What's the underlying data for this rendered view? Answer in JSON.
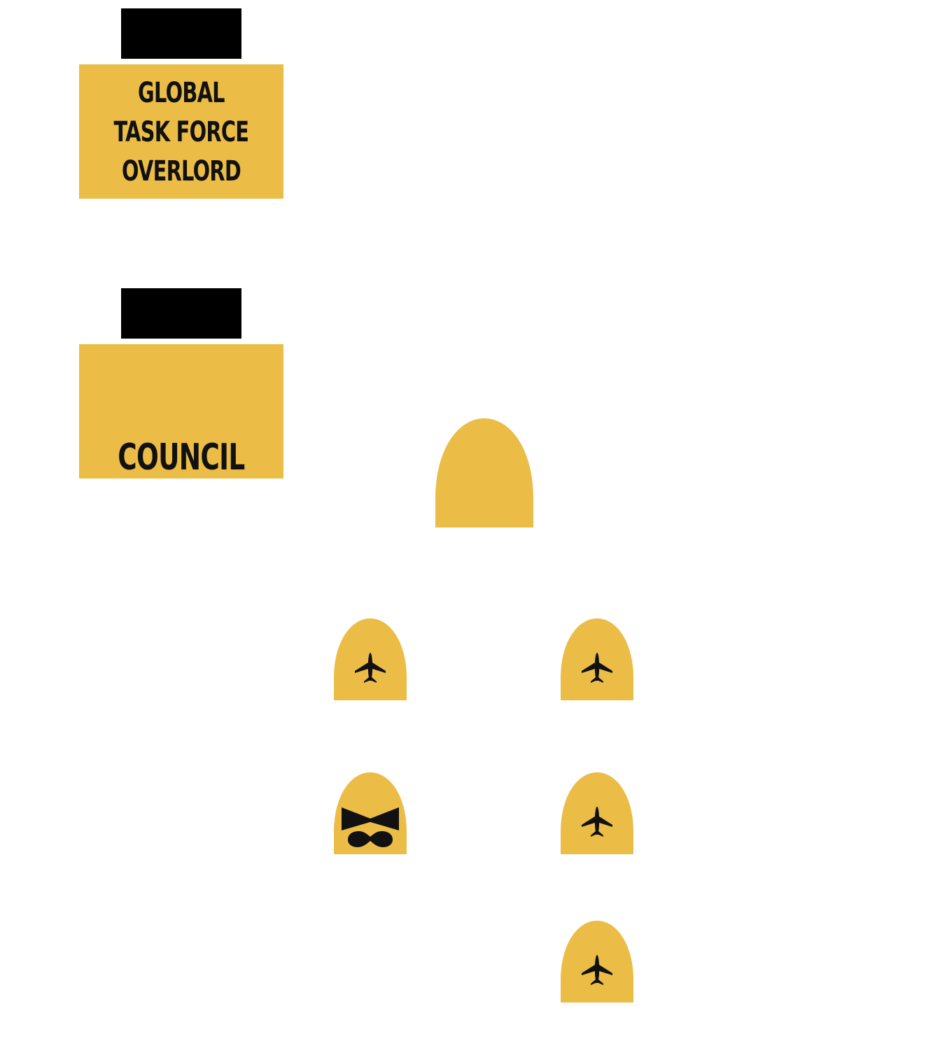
{
  "colors": {
    "unit_fill": "#ebbd46",
    "header_bar": "#000000",
    "icon": "#111111"
  },
  "task_force": {
    "lines": [
      "GLOBAL",
      "TASK FORCE",
      "OVERLORD"
    ]
  },
  "council": {
    "label": "COUNCIL"
  },
  "units": [
    {
      "id": "command",
      "icon": "none"
    },
    {
      "id": "air-1",
      "icon": "airplane-icon"
    },
    {
      "id": "air-2",
      "icon": "airplane-icon"
    },
    {
      "id": "special",
      "icon": "bowtie-icon"
    },
    {
      "id": "air-3",
      "icon": "airplane-icon"
    },
    {
      "id": "air-4",
      "icon": "airplane-icon"
    }
  ]
}
